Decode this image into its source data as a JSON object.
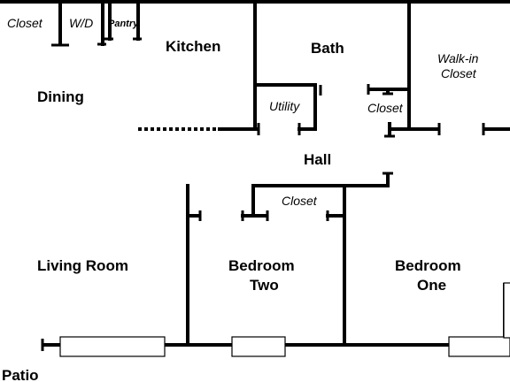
{
  "floor_plan": {
    "rooms": {
      "closet_top_left": "Closet",
      "wd": "W/D",
      "pantry": "Pantry",
      "kitchen": "Kitchen",
      "bath": "Bath",
      "walk_in_line1": "Walk-in",
      "walk_in_line2": "Closet",
      "dining": "Dining",
      "utility": "Utility",
      "closet_hall": "Closet",
      "hall": "Hall",
      "closet_bedroom": "Closet",
      "living_room": "Living Room",
      "bedroom_two_line1": "Bedroom",
      "bedroom_two_line2": "Two",
      "bedroom_one_line1": "Bedroom",
      "bedroom_one_line2": "One",
      "patio": "Patio"
    }
  }
}
